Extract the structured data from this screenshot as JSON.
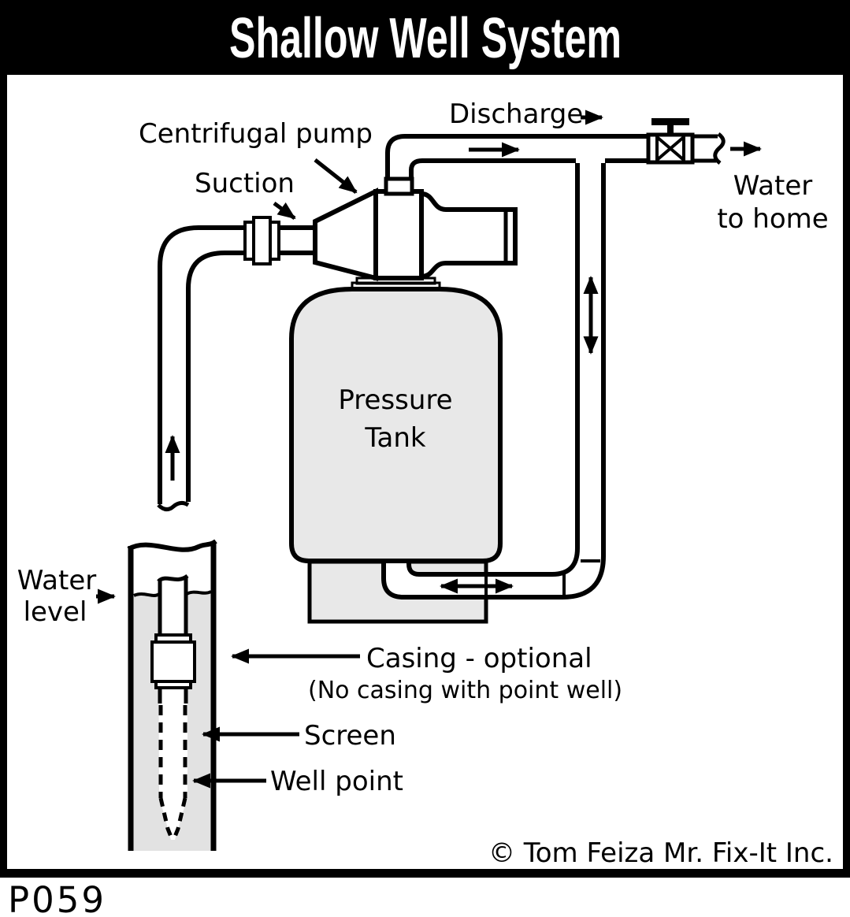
{
  "title": "Shallow Well System",
  "footer": {
    "code": "P059",
    "copyright": "© Tom Feiza Mr. Fix-It Inc."
  },
  "labels": {
    "centrifugal_pump": "Centrifugal pump",
    "suction": "Suction",
    "discharge": "Discharge",
    "water_to_home_1": "Water",
    "water_to_home_2": "to home",
    "pressure_tank_1": "Pressure",
    "pressure_tank_2": "Tank",
    "water_level_1": "Water",
    "water_level_2": "level",
    "casing": "Casing - optional",
    "casing_note": "(No casing with point well)",
    "screen": "Screen",
    "well_point": "Well point"
  },
  "colors": {
    "line": "#000000",
    "tank_fill": "#e8e8e8",
    "water_fill": "#e2e2e2",
    "title_bg": "#000000",
    "title_text": "#ffffff",
    "background": "#ffffff"
  }
}
